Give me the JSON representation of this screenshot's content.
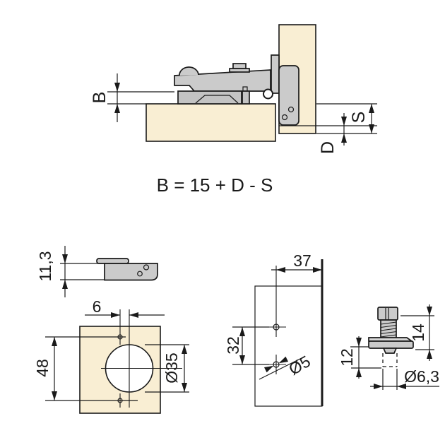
{
  "colors": {
    "wood": "#F9EED3",
    "metal": "#CBCBCB",
    "metal_light": "#D7D7D7",
    "outline": "#1A1A1A",
    "hole": "#FFFFFF"
  },
  "assembly_view": {
    "dim_door_gap": "B",
    "dim_overlay": "S",
    "dim_cup_edge_distance": "D",
    "formula": "B = 15 + D - S"
  },
  "cup_side_view": {
    "dim_cup_depth": "11,3"
  },
  "drilling_pattern_view": {
    "dim_screw_hole_offset": "6",
    "dim_screw_hole_spacing": "48",
    "dim_cup_hole_diameter": "Ø35"
  },
  "mounting_plate_view": {
    "dim_edge_distance": "37",
    "dim_hole_spacing": "32",
    "dim_hole_diameter": "Ø5"
  },
  "euro_screw_view": {
    "dim_screw_length": "14",
    "dim_dowel_depth": "12",
    "dim_dowel_diameter": "Ø6,3"
  }
}
